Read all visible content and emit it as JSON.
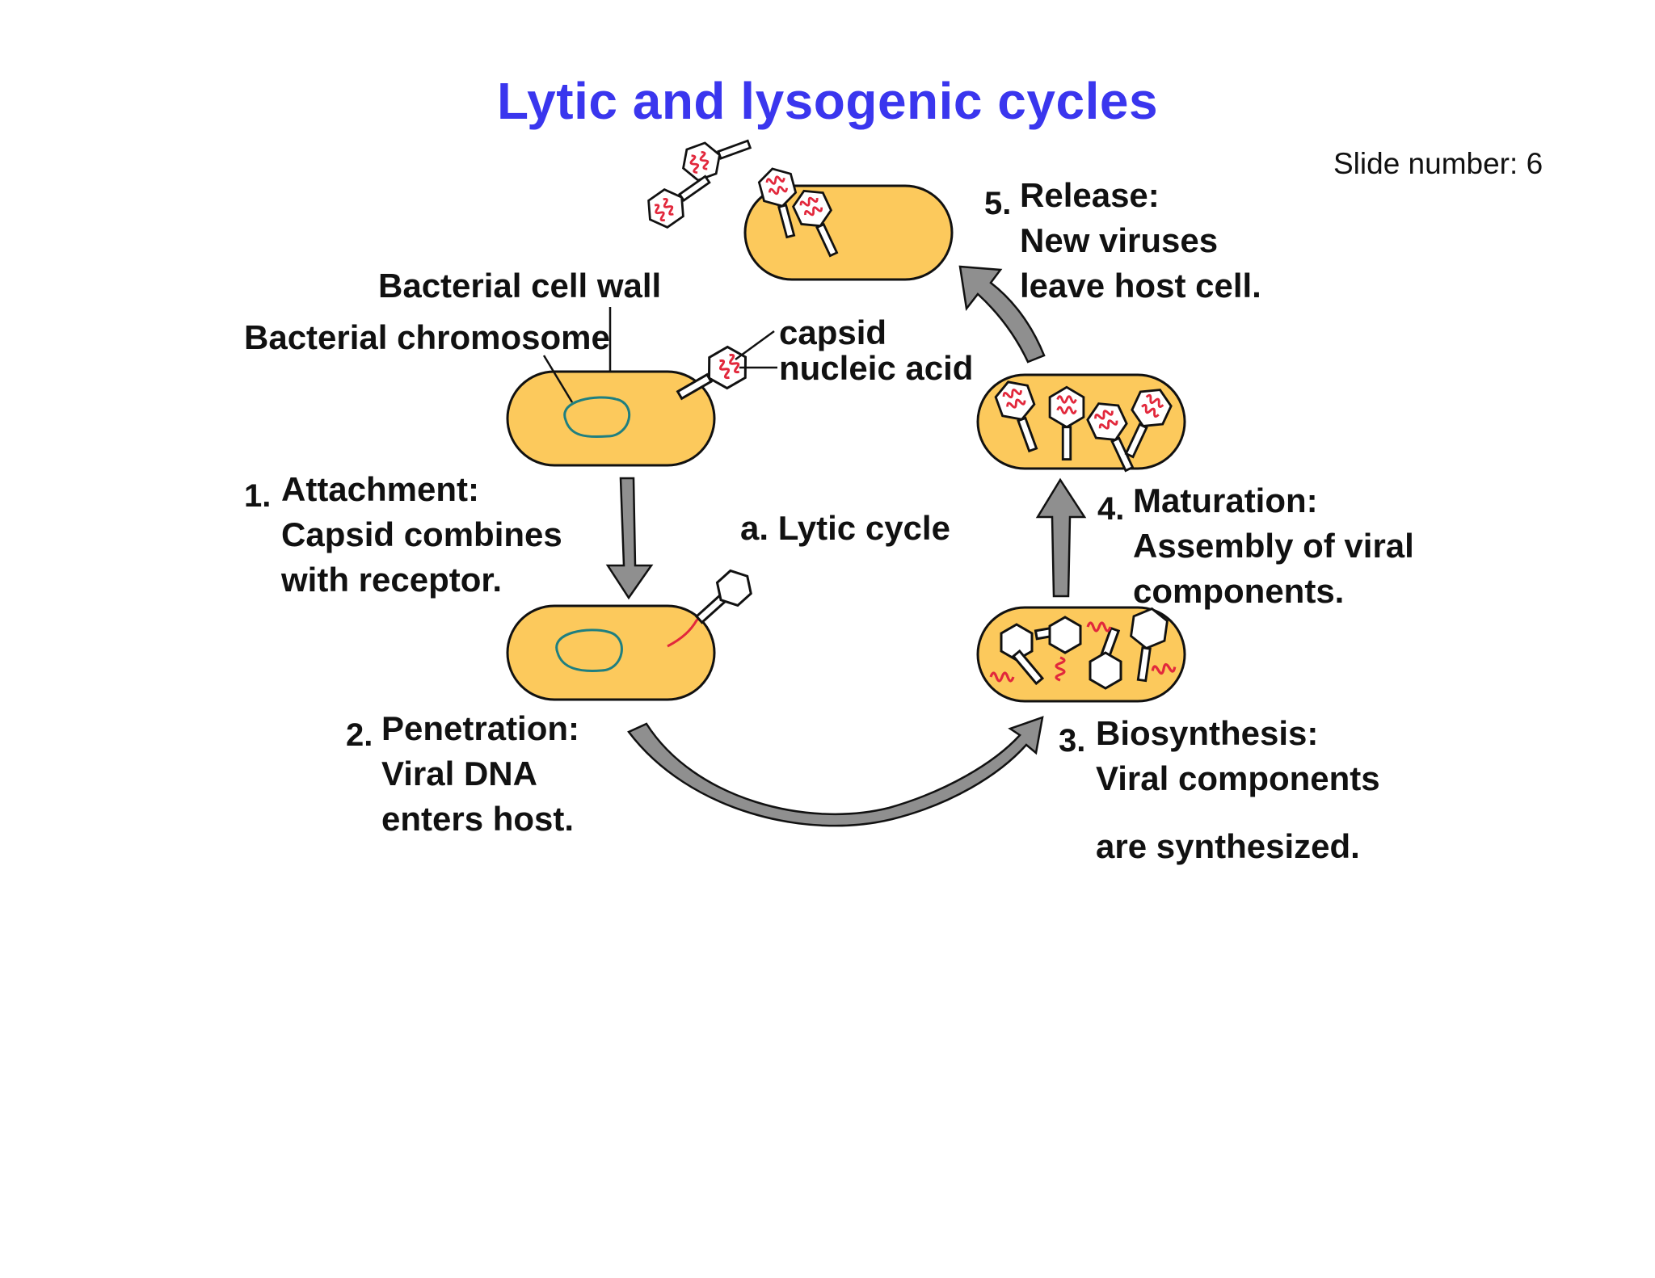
{
  "slide": {
    "title": "Lytic and lysogenic cycles",
    "slide_number_text": "Slide number: 6",
    "title_color": "#3a36ee"
  },
  "labels": {
    "cell_wall": "Bacterial cell wall",
    "chromosome": "Bacterial chromosome",
    "capsid": "capsid",
    "nucleic_acid": "nucleic acid",
    "cycle_name": "a. Lytic cycle"
  },
  "steps": [
    {
      "number": "1.",
      "heading": "Attachment:",
      "lines": [
        "Capsid combines",
        "with receptor."
      ]
    },
    {
      "number": "2.",
      "heading": "Penetration:",
      "lines": [
        "Viral DNA",
        "enters host."
      ]
    },
    {
      "number": "3.",
      "heading": "Biosynthesis:",
      "lines": [
        "Viral components",
        "are synthesized."
      ]
    },
    {
      "number": "4.",
      "heading": "Maturation:",
      "lines": [
        "Assembly of viral",
        "components."
      ]
    },
    {
      "number": "5.",
      "heading": "Release:",
      "lines": [
        "New viruses",
        "leave host cell."
      ]
    }
  ],
  "colors": {
    "cell_fill": "#fcc95c",
    "chromosome_stroke": "#1f7f80",
    "nucleic_acid": "#e2283c",
    "arrow_fill": "#8f8f8f",
    "outline": "#111111"
  }
}
